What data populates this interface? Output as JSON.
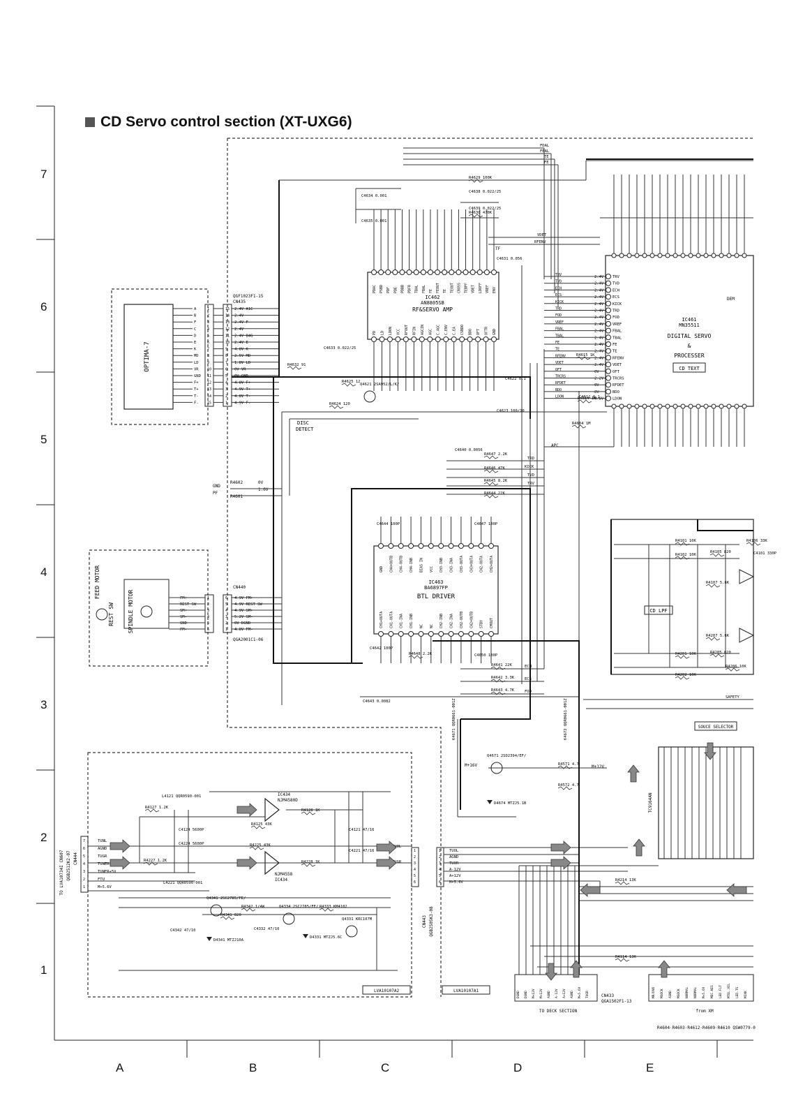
{
  "title": "CD Servo control section (XT-UXG6)",
  "grid": {
    "rows": [
      "7",
      "6",
      "5",
      "4",
      "3",
      "2",
      "1"
    ],
    "cols": [
      "A",
      "B",
      "C",
      "D",
      "E"
    ]
  },
  "blocks": {
    "pickup": "OPTIMA-7",
    "rf_amp": {
      "ref": "IC462",
      "part": "AN8805SB",
      "name": "RF&SERVO AMP"
    },
    "dsp": {
      "ref": "IC461",
      "part": "MN35511",
      "name1": "DIGITAL SERVO",
      "name2": "&",
      "name3": "PROCESSER",
      "tag": "CD TEXT"
    },
    "btl": {
      "ref": "IC463",
      "part": "BA6897FP",
      "name": "BTL DRIVER"
    },
    "motor_label_feed": "FEED MOTOR",
    "motor_label_spindle": "SPINDLE MOTOR",
    "rest_sw": "REST SW",
    "disc_detect1": "DISC",
    "disc_detect2": "DETECT",
    "cd_lpf": "CD LPF",
    "souce_selector": "SOUCE SELECTOR",
    "opamp1": {
      "ref": "IC434",
      "part": "NJM4580D"
    },
    "opamp2": {
      "ref": "IC434",
      "part": "NJM4558"
    },
    "ic_switch": "TC9164AN",
    "connector_pickup": {
      "ref": "CN435",
      "part": "QGF1023F1-15"
    },
    "connector_motor": {
      "ref": "CN440",
      "part": "QGA2001C1-06"
    },
    "connector_left": {
      "ref": "CN444",
      "part": "QGB2512K2-07"
    },
    "connector_mid": {
      "ref": "CN443",
      "part": "QGB2505K3-08"
    },
    "connector_bottom": {
      "ref": "CN433",
      "part": "QGA1502F1-13"
    },
    "board_a2": "LVA10107A2",
    "board_a1": "LVA10107A1",
    "to_deck": "TO DECK SECTION",
    "from_xm": "from XM",
    "to_lva": "TO LVA10734I CN607",
    "footnote": "R4604·R4603·R4612·R4609·R4610  QSW0779-0"
  },
  "pickup_pins": [
    "A",
    "B",
    "F",
    "C",
    "D",
    "E",
    "K",
    "MD",
    "LD",
    "VR",
    "GND",
    "F+",
    "T+",
    "T-",
    "F-"
  ],
  "pickup_voltages": [
    "2.4V A1C",
    "2.4V",
    "2.4V F",
    "2.4V",
    "2.4V B4G",
    "2.4V E",
    "4.8V K",
    "2.5V MD",
    "1.8V LD",
    "0V VR",
    "0V GND",
    "4.8V F+",
    "4.9V T+",
    "4.8V T-",
    "4.9V F-"
  ],
  "motor_pins": [
    "FM+",
    "REST SW",
    "SM+",
    "SM-",
    "GND",
    "FM-"
  ],
  "motor_voltages": [
    "4.9V FM+",
    "4.9V REST SW",
    "4.9V SM+",
    "5.2V SM-",
    "0V DGND",
    "4.8V FM-"
  ],
  "signal_names": [
    "FDAL",
    "FEAL",
    "TE",
    "FE",
    "VDET",
    "RFENV",
    "TRD",
    "KICK",
    "TVD",
    "TRV",
    "ECH",
    "ECS",
    "FOD",
    "SAFETY",
    "TUOL",
    "TUGR"
  ],
  "left_conn_labels": [
    "TUNL",
    "AGND",
    "TUGR",
    "TUNER+5V",
    "TUNER+5V",
    "FTU",
    "M+5.6V"
  ],
  "mid_conn_labels": [
    "TUOL",
    "AGND",
    "TUOR",
    "A-12V",
    "A+12V",
    "M+5.6V"
  ],
  "dsp_pins_right": [
    "TRV",
    "TVD",
    "ECH",
    "ECS",
    "KICK",
    "TRD",
    "FOD",
    "VREF",
    "FBAL",
    "TBAL",
    "FE",
    "TE",
    "RFENV",
    "VDET",
    "OFT",
    "TRCRS",
    "RFDET",
    "BDO",
    "LDON"
  ],
  "dsp_voltages": [
    "2.4V",
    "2.4V",
    "2.4V",
    "2.4V",
    "2.4V",
    "2.4V",
    "2.4V",
    "2.4V",
    "2.4V",
    "2.4V",
    "2.4V",
    "2.4V",
    "2.4V",
    "2.4V",
    "0V",
    "2.2V",
    "0V",
    "0V",
    "4.8V"
  ],
  "rf_top_pins": [
    "PDAC",
    "PSBD",
    "PDF",
    "PDE",
    "PDBB",
    "PDFR",
    "TBAL",
    "FBAL",
    "FE",
    "FEOUT",
    "TE",
    "TEOUT",
    "CROSS",
    "TEBPF",
    "VDET",
    "LDOFF",
    "VREF",
    "ENV"
  ],
  "rf_bottom_pins": [
    "PD",
    "LD",
    "LDON",
    "VCC",
    "RFOUT",
    "RFIN",
    "AGCIN",
    "AGC",
    "C.AGC",
    "C.ENV",
    "C.EA",
    "CSBDO",
    "BDO",
    "OFT",
    "OFTR",
    "GND"
  ],
  "btl_top_pins": [
    "GND",
    "CH4+OUTB",
    "CH4-OUTB",
    "CH4-INB",
    "BIAS IN",
    "VCC",
    "CH3-INB",
    "CH3-INA",
    "CH3-OUTA",
    "CH3+OUTA",
    "CH2-OUTA",
    "CH2+OUTA"
  ],
  "btl_bottom_pins": [
    "CH1+OUTA",
    "CH1-OUTA",
    "CH1-INA",
    "CH1-INB",
    "NC",
    "NC",
    "CH2-INB",
    "CH2-INA",
    "CH2-OUTB",
    "CH2+OUTB",
    "STBY",
    "CMOUT"
  ],
  "resistors": [
    {
      "ref": "R4647",
      "val": "2.2K"
    },
    {
      "ref": "R4646",
      "val": "47K"
    },
    {
      "ref": "R4645",
      "val": "8.2K"
    },
    {
      "ref": "R4644",
      "val": "22K"
    },
    {
      "ref": "R4641",
      "val": "22K"
    },
    {
      "ref": "R4642",
      "val": "3.3K"
    },
    {
      "ref": "R4643",
      "val": "4.7K"
    },
    {
      "ref": "R4648",
      "val": "2.2K"
    },
    {
      "ref": "R4632",
      "val": "91"
    },
    {
      "ref": "R4624",
      "val": "120"
    },
    {
      "ref": "R4625",
      "val": "12"
    },
    {
      "ref": "R4630",
      "val": "470K"
    },
    {
      "ref": "R4629",
      "val": "100K"
    },
    {
      "ref": "R4614",
      "val": "1K"
    },
    {
      "ref": "R4604",
      "val": "1M"
    },
    {
      "ref": "R4615",
      "val": "1K"
    },
    {
      "ref": "R4101",
      "val": "10K"
    },
    {
      "ref": "R4102",
      "val": "10K"
    },
    {
      "ref": "R4105",
      "val": "820"
    },
    {
      "ref": "R4106",
      "val": "33K"
    },
    {
      "ref": "R4107",
      "val": "5.6K"
    },
    {
      "ref": "R4201",
      "val": "10K"
    },
    {
      "ref": "R4202",
      "val": "10K"
    },
    {
      "ref": "R4205",
      "val": "820"
    },
    {
      "ref": "R4206",
      "val": "10K"
    },
    {
      "ref": "R4207",
      "val": "5.6K"
    },
    {
      "ref": "R4127",
      "val": "1.2K"
    },
    {
      "ref": "R4227",
      "val": "1.2K"
    },
    {
      "ref": "R4125",
      "val": "43K"
    },
    {
      "ref": "R4225",
      "val": "43K"
    },
    {
      "ref": "R4128",
      "val": "1K"
    },
    {
      "ref": "R4228",
      "val": "1K"
    },
    {
      "ref": "R4214",
      "val": "13K"
    },
    {
      "ref": "R4114",
      "val": "13K"
    },
    {
      "ref": "R4571",
      "val": "4.7"
    },
    {
      "ref": "R4572",
      "val": "4.7"
    },
    {
      "ref": "R4341",
      "val": "820"
    },
    {
      "ref": "R4342",
      "val": "1/4W"
    },
    {
      "ref": "R4333",
      "val": "KM4102"
    }
  ],
  "capacitors": [
    {
      "ref": "C4634",
      "val": "0.001"
    },
    {
      "ref": "C4635",
      "val": "0.001"
    },
    {
      "ref": "C4638",
      "val": "0.022/25"
    },
    {
      "ref": "C4639",
      "val": "0.022/25"
    },
    {
      "ref": "C4640",
      "val": "0.0056"
    },
    {
      "ref": "C4644",
      "val": "100P"
    },
    {
      "ref": "C4647",
      "val": "100P"
    },
    {
      "ref": "C4642",
      "val": "100P"
    },
    {
      "ref": "C4650",
      "val": "100P"
    },
    {
      "ref": "C4643",
      "val": "0.0082"
    },
    {
      "ref": "C4633",
      "val": "0.022/25"
    },
    {
      "ref": "C4622",
      "val": "0.1"
    },
    {
      "ref": "C4623",
      "val": "100/10"
    },
    {
      "ref": "C4611",
      "val": "0.1"
    },
    {
      "ref": "C4631",
      "val": "0.056"
    },
    {
      "ref": "C4101",
      "val": "330P"
    },
    {
      "ref": "C4124",
      "val": "5600P"
    },
    {
      "ref": "C4224",
      "val": "5600P"
    },
    {
      "ref": "C4342",
      "val": "47/10"
    },
    {
      "ref": "C4332",
      "val": "47/10"
    },
    {
      "ref": "C4121",
      "val": "47/16"
    },
    {
      "ref": "C4221",
      "val": "47/16"
    }
  ],
  "transistors": [
    {
      "ref": "Q4621",
      "part": "2SA952/L/K/"
    },
    {
      "ref": "Q4671",
      "part": "2SD2394/EF/"
    },
    {
      "ref": "Q4341",
      "part": "2SC2785/FE/"
    },
    {
      "ref": "Q4334",
      "part": "2SC2785/FE/"
    },
    {
      "ref": "Q4331",
      "part": "KRC107M"
    }
  ],
  "diodes": [
    {
      "ref": "D4674",
      "part": "MTZJ5.1B"
    },
    {
      "ref": "D4341",
      "part": "MTZJ10A"
    },
    {
      "ref": "D4331",
      "part": "MTZJ5.6C"
    }
  ],
  "coils": [
    {
      "ref": "L4121",
      "part": "QQR0590-001"
    },
    {
      "ref": "L4221",
      "part": "QQR0590-001"
    },
    {
      "ref": "K4671",
      "part": "QQR0661-001Z"
    },
    {
      "ref": "K4672",
      "part": "QQR0661-001Z"
    }
  ],
  "misc_labels": {
    "gnd": "GND",
    "pf": "PF",
    "r4602": "R4602",
    "r4601": "R4601",
    "v0": "0V",
    "v16": "1.6V",
    "m12v": "M+12V",
    "m16v": "M+16V",
    "tf": "TF",
    "apc": "APC",
    "dem": "DEM"
  },
  "deck_conn_labels": [
    "DGND",
    "DGND",
    "M+12V",
    "M+12V",
    "AGND",
    "A-12V",
    "A+12V",
    "AGND",
    "M+5.6V",
    "TUGR"
  ],
  "from_xm_labels": [
    "MR/DVD",
    "MSOCK",
    "AGND",
    "MSOCK",
    "NORMAL",
    "NORMAL",
    "M+5.6V",
    "MEC.KE1",
    "LED.FLT",
    "MTEL.VIL",
    "LED.TS",
    "MIXK"
  ]
}
